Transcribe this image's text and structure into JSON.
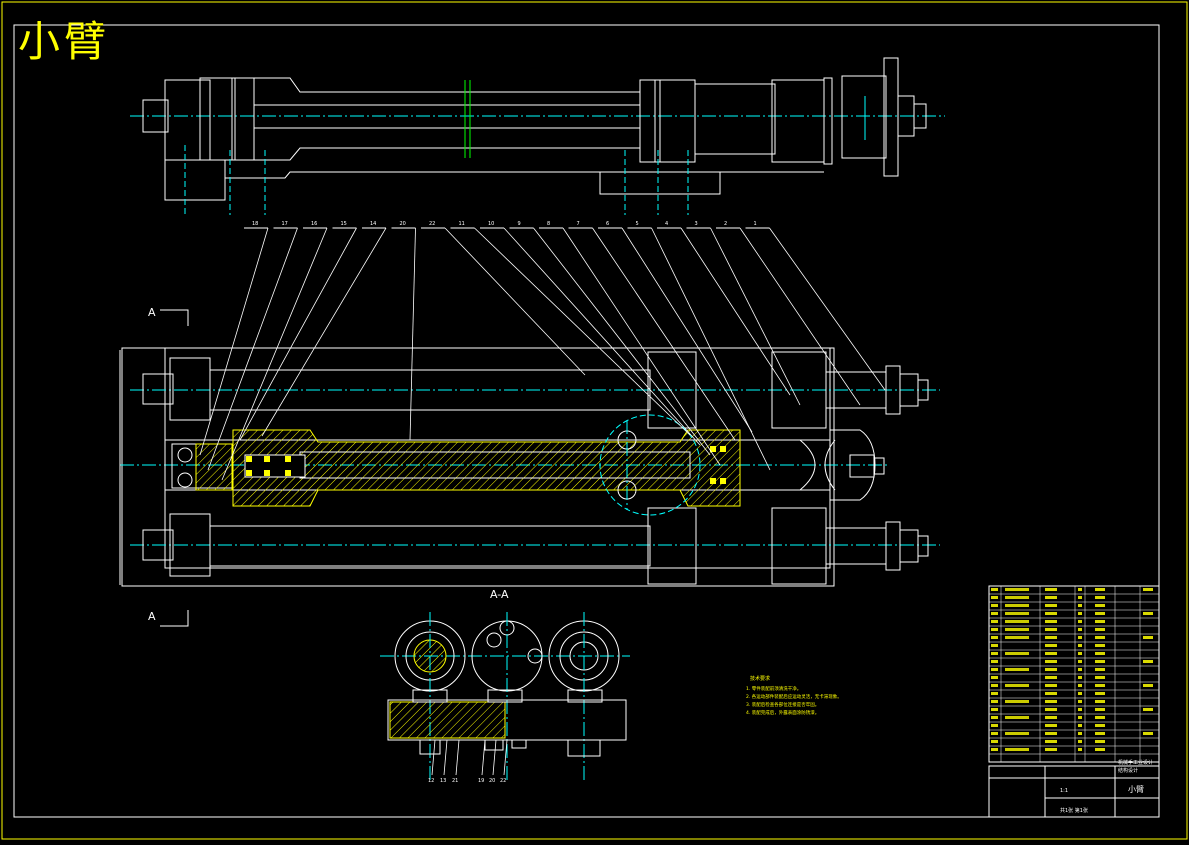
{
  "drawing": {
    "title": "小臂",
    "section_label": "A-A",
    "view_marks": [
      "A",
      "A"
    ]
  },
  "balloons": [
    "18",
    "17",
    "16",
    "15",
    "14",
    "20",
    "22",
    "11",
    "10",
    "9",
    "8",
    "7",
    "6",
    "5",
    "4",
    "3",
    "2",
    "1"
  ],
  "bottom_callouts": [
    "12",
    "13",
    "21",
    "19",
    "20",
    "22"
  ],
  "tech_notes": {
    "heading": "技术要求",
    "lines": [
      "1. 零件装配前须清洗干净。",
      "2. 各运动部件装配后应运动灵活，无卡滞现象。",
      "3. 装配后检查各部位连接是否牢固。",
      "4. 装配完成后，外露表面涂防锈漆。"
    ]
  },
  "title_block": {
    "drawing_name": "小臂",
    "org_lines": [
      "机械手工业设计",
      "结构设计"
    ],
    "scale_text": "1:1",
    "sheet_text": "共1张 第1张"
  },
  "colors": {
    "background": "#000000",
    "outline": "#ffffff",
    "centerline": "#00ffff",
    "hatch": "#ffff00",
    "annotation": "#ffff00",
    "title": "#ffff00"
  }
}
